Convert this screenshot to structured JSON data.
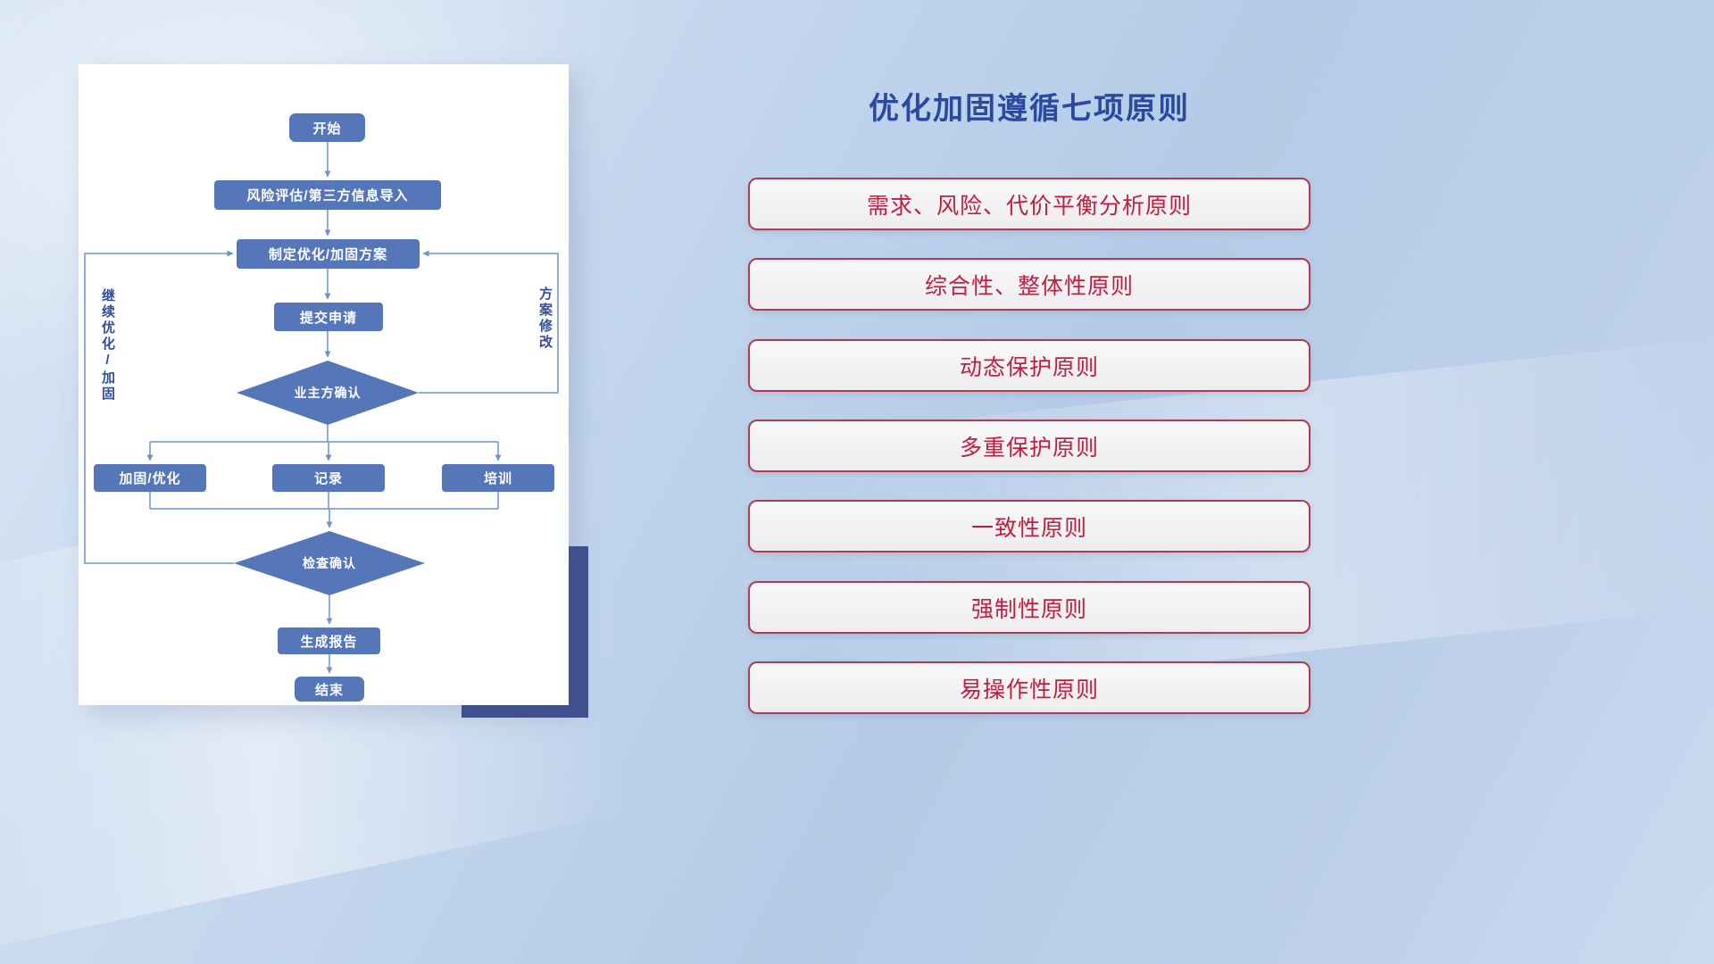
{
  "title": "优化加固遵循七项原则",
  "flowchart": {
    "nodes": {
      "start": "开始",
      "risk_import": "风险评估/第三方信息导入",
      "make_plan": "制定优化/加固方案",
      "submit": "提交申请",
      "owner_confirm": "业主方确认",
      "reinforce": "加固/优化",
      "record": "记录",
      "training": "培训",
      "check_confirm": "检查确认",
      "report": "生成报告",
      "end": "结束"
    },
    "edge_labels": {
      "continue_optimize": "继续优化/加固",
      "plan_modify": "方案修改"
    }
  },
  "principles": [
    "需求、风险、代价平衡分析原则",
    "综合性、整体性原则",
    "动态保护原则",
    "多重保护原则",
    "一致性原则",
    "强制性原则",
    "易操作性原则"
  ],
  "colors": {
    "node_fill": "#5577b9",
    "connector": "#6e93cc",
    "title_text": "#2b4a9e",
    "principle_text": "#bf1e3e",
    "principle_border": "#b23a50",
    "accent_rect": "#3f5191",
    "background": "#bed0ea"
  }
}
